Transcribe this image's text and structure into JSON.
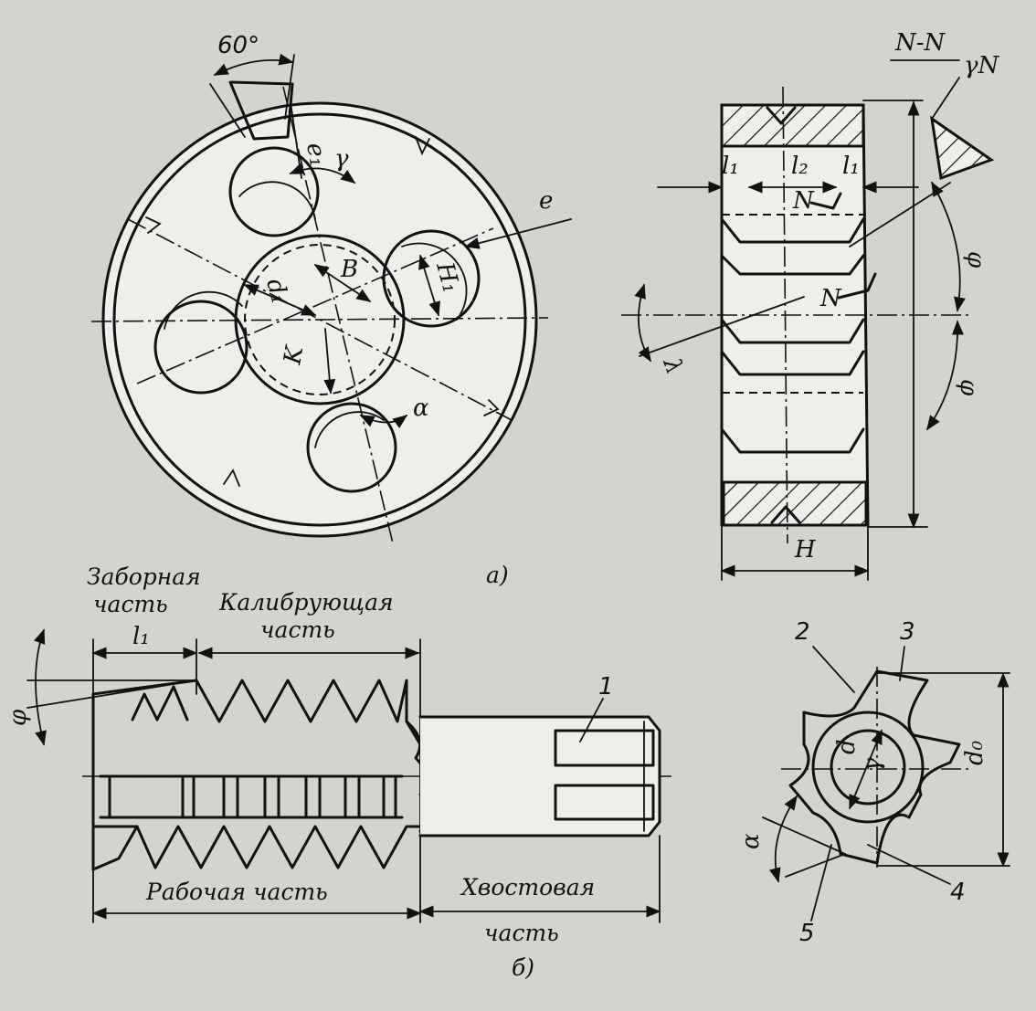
{
  "figure_a": {
    "caption": "а)",
    "labels": {
      "angle_60": "60°",
      "e1": "e₁",
      "gamma": "γ",
      "e": "e",
      "d1": "d₁",
      "B": "B",
      "H1": "H₁",
      "K": "K",
      "alpha": "α"
    }
  },
  "section_nn": {
    "title": "N-N",
    "gamma_n": "γN",
    "l1_left": "l₁",
    "l2": "l₂",
    "l1_right": "l₁",
    "N_top": "N",
    "N_mid": "N",
    "phi_top": "φ",
    "phi_bottom": "φ",
    "lambda": "λ",
    "H": "H"
  },
  "figure_b": {
    "caption": "б)",
    "intake_line1": "Заборная",
    "intake_line2": "часть",
    "calibrating_line1": "Калибрующая",
    "calibrating_line2": "часть",
    "l1": "l₁",
    "phi": "φ",
    "marker_1": "1",
    "working": "Рабочая часть",
    "shank_line1": "Хвостовая",
    "shank_line2": "часть"
  },
  "end_view": {
    "marker_2": "2",
    "marker_3": "3",
    "marker_4": "4",
    "marker_5": "5",
    "d": "d",
    "gamma": "γ",
    "d0": "d₀",
    "alpha": "α"
  }
}
